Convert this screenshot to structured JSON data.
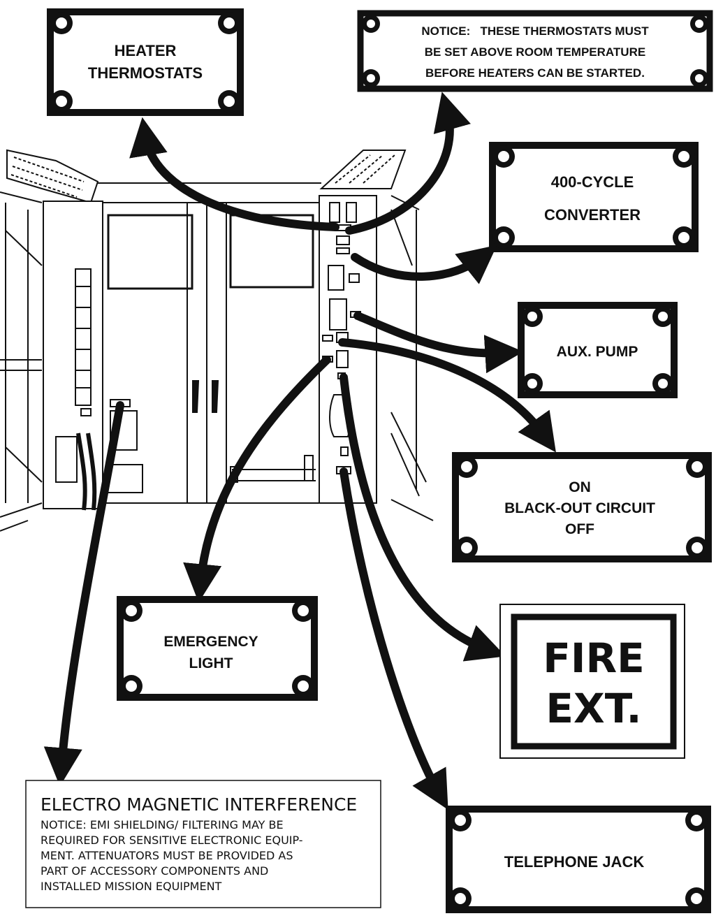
{
  "labels": {
    "heater_thermostats": [
      "HEATER",
      "THERMOSTATS"
    ],
    "thermostat_notice": [
      "NOTICE:   THESE THERMOSTATS MUST",
      "BE SET ABOVE ROOM TEMPERATURE",
      "BEFORE HEATERS CAN BE STARTED."
    ],
    "converter": [
      "400-CYCLE",
      "CONVERTER"
    ],
    "aux_pump": [
      "AUX. PUMP"
    ],
    "blackout_circuit": [
      "ON",
      "BLACK-OUT CIRCUIT",
      "OFF"
    ],
    "emergency_light": [
      "EMERGENCY",
      "LIGHT"
    ],
    "fire_ext": [
      "FIRE",
      "EXT."
    ],
    "telephone_jack": [
      "TELEPHONE JACK"
    ],
    "emi": {
      "title": "ELECTRO MAGNETIC INTERFERENCE",
      "lines": [
        "NOTICE: EMI SHIELDING/ FILTERING MAY BE",
        "REQUIRED FOR SENSITIVE ELECTRONIC EQUIP-",
        "MENT. ATTENUATORS MUST BE PROVIDED AS",
        "PART OF ACCESSORY COMPONENTS AND",
        "INSTALLED MISSION EQUIPMENT"
      ]
    }
  }
}
